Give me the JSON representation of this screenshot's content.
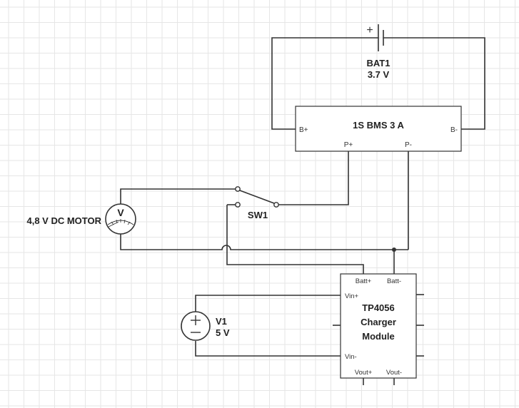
{
  "battery": {
    "name": "BAT1",
    "voltage": "3.7 V",
    "plus_sign": "+"
  },
  "bms": {
    "title": "1S BMS 3 A",
    "pin_b_plus": "B+",
    "pin_b_minus": "B-",
    "pin_p_plus": "P+",
    "pin_p_minus": "P-"
  },
  "motor": {
    "label": "4,8 V DC MOTOR",
    "symbol": "V"
  },
  "switch": {
    "name": "SW1"
  },
  "source": {
    "name": "V1",
    "voltage": "5 V"
  },
  "charger": {
    "title_line1": "TP4056",
    "title_line2": "Charger",
    "title_line3": "Module",
    "pin_batt_plus": "Batt+",
    "pin_batt_minus": "Batt-",
    "pin_vin_plus": "Vin+",
    "pin_vin_minus": "Vin-",
    "pin_vout_plus": "Vout+",
    "pin_vout_minus": "Vout-"
  }
}
